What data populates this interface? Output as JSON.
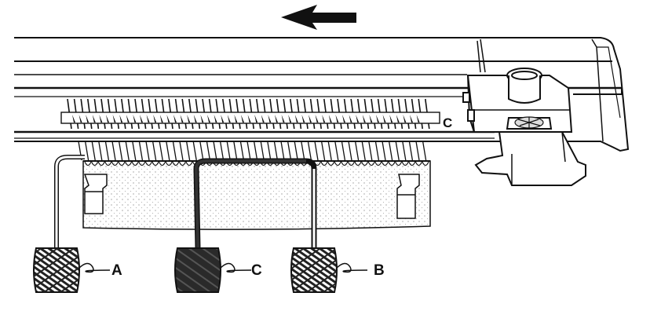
{
  "labels": {
    "needle_row": "C",
    "yarn_left": "A",
    "yarn_center": "C",
    "yarn_right": "B"
  },
  "direction": "left",
  "colors": {
    "ink": "#111111",
    "paper": "#ffffff",
    "dark_yarn": "#2a2a2a",
    "fabric_dots": "#9a9a9a"
  },
  "yarn_cones": [
    {
      "label": "A",
      "shade": "light"
    },
    {
      "label": "C",
      "shade": "dark"
    },
    {
      "label": "B",
      "shade": "light"
    }
  ]
}
